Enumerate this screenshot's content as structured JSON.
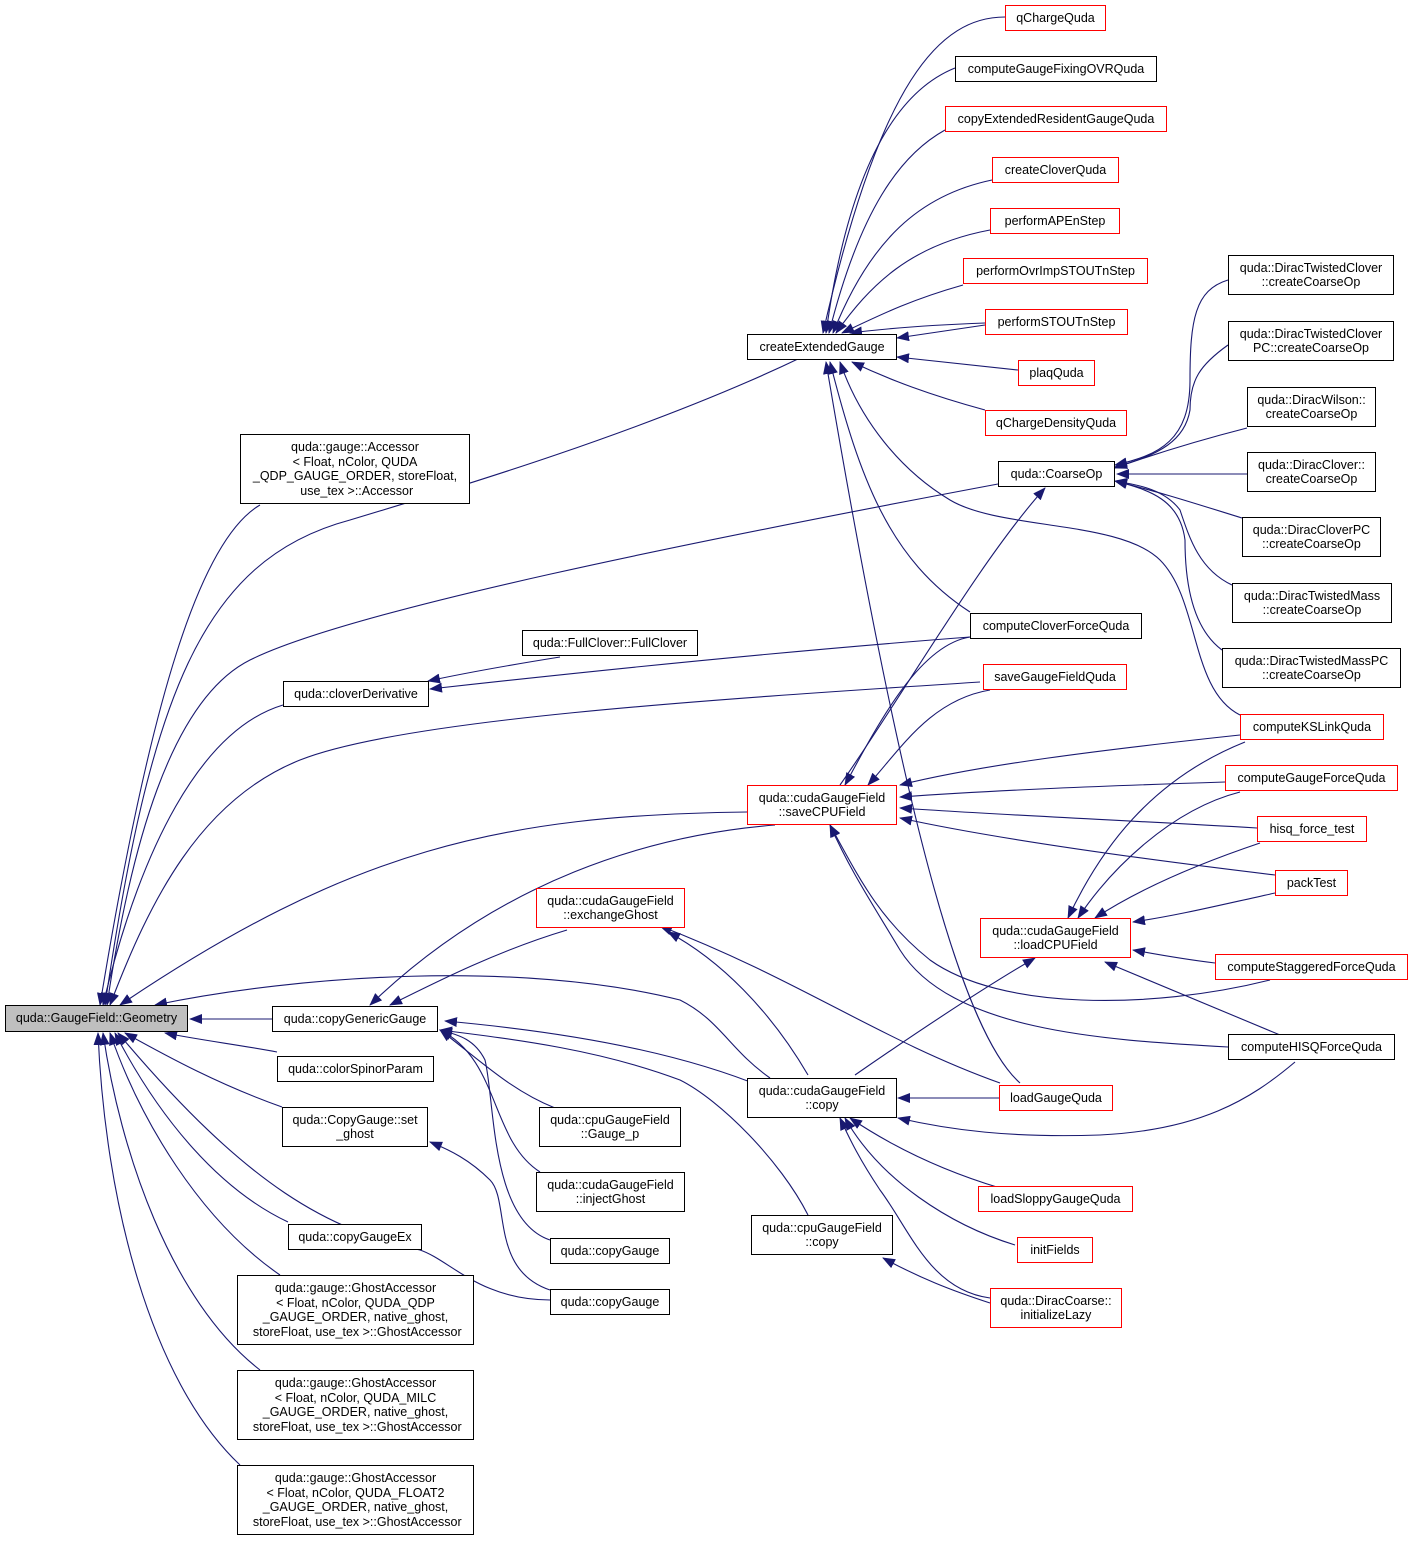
{
  "colors": {
    "edge": "#191970",
    "node_border": "#000000",
    "node_border_truncated": "#ff0000",
    "root_fill": "#bfbfbf",
    "background": "#ffffff"
  },
  "nodes": {
    "geometry": "quda::GaugeField::Geometry",
    "accessor_qdp": "quda::gauge::Accessor\n< Float, nColor, QUDA\n_QDP_GAUGE_ORDER, storeFloat,\n use_tex >::Accessor",
    "clover_derivative": "quda::cloverDerivative",
    "full_clover": "quda::FullClover::FullClover",
    "copy_generic_gauge": "quda::copyGenericGauge",
    "color_spinor_param": "quda::colorSpinorParam",
    "set_ghost": "quda::CopyGauge::set\n_ghost",
    "copy_gauge_ex": "quda::copyGaugeEx",
    "ghost_qdp": "quda::gauge::GhostAccessor\n< Float, nColor, QUDA_QDP\n_GAUGE_ORDER, native_ghost,\n storeFloat, use_tex >::GhostAccessor",
    "ghost_milc": "quda::gauge::GhostAccessor\n< Float, nColor, QUDA_MILC\n_GAUGE_ORDER, native_ghost,\n storeFloat, use_tex >::GhostAccessor",
    "ghost_float2": "quda::gauge::GhostAccessor\n< Float, nColor, QUDA_FLOAT2\n_GAUGE_ORDER, native_ghost,\n storeFloat, use_tex >::GhostAccessor",
    "exchange_ghost": "quda::cudaGaugeField\n::exchangeGhost",
    "cpu_gauge_p": "quda::cpuGaugeField\n::Gauge_p",
    "inject_ghost": "quda::cudaGaugeField\n::injectGhost",
    "copy_gauge_1": "quda::copyGauge",
    "copy_gauge_2": "quda::copyGauge",
    "create_extended_gauge": "createExtendedGauge",
    "save_cpu_field": "quda::cudaGaugeField\n::saveCPUField",
    "cuda_copy": "quda::cudaGaugeField\n::copy",
    "cpu_copy": "quda::cpuGaugeField\n::copy",
    "qcharge": "qChargeQuda",
    "gauge_fixing_ovr": "computeGaugeFixingOVRQuda",
    "copy_ext_resident": "copyExtendedResidentGaugeQuda",
    "create_clover": "createCloverQuda",
    "perform_ape": "performAPEnStep",
    "perform_ovr_imp": "performOvrImpSTOUTnStep",
    "perform_stout": "performSTOUTnStep",
    "plaq": "plaqQuda",
    "qcharge_density": "qChargeDensityQuda",
    "coarse_op": "quda::CoarseOp",
    "clover_force": "computeCloverForceQuda",
    "save_gauge_field": "saveGaugeFieldQuda",
    "load_cpu_field": "quda::cudaGaugeField\n::loadCPUField",
    "load_gauge": "loadGaugeQuda",
    "load_sloppy": "loadSloppyGaugeQuda",
    "init_fields": "initFields",
    "dirac_coarse_init": "quda::DiracCoarse::\ninitializeLazy",
    "tw_clover_co": "quda::DiracTwistedClover\n::createCoarseOp",
    "tw_clover_pc_co": "quda::DiracTwistedClover\nPC::createCoarseOp",
    "wilson_co": "quda::DiracWilson::\ncreateCoarseOp",
    "clover_co": "quda::DiracClover::\ncreateCoarseOp",
    "clover_pc_co": "quda::DiracCloverPC\n::createCoarseOp",
    "tw_mass_co": "quda::DiracTwistedMass\n::createCoarseOp",
    "tw_mass_pc_co": "quda::DiracTwistedMassPC\n::createCoarseOp",
    "ks_link": "computeKSLinkQuda",
    "gauge_force": "computeGaugeForceQuda",
    "hisq_force_test": "hisq_force_test",
    "pack_test": "packTest",
    "staggered_force": "computeStaggeredForceQuda",
    "hisq_force": "computeHISQForceQuda"
  }
}
